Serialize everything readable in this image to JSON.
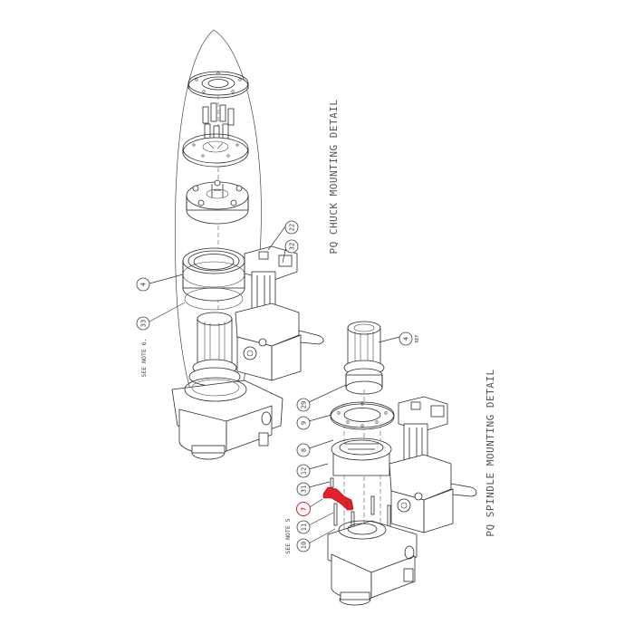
{
  "drawing": {
    "titles": {
      "chuck": "PQ CHUCK MOUNTING DETAIL",
      "spindle": "PQ SPINDLE MOUNTING DETAIL"
    },
    "notes": {
      "note6": "SEE NOTE 6.",
      "note5": "SEE NOTE 5"
    },
    "ref_label": "REF",
    "highlight_color": "#e0202a",
    "chuck_balloons": [
      {
        "id": "22a",
        "label": "22"
      },
      {
        "id": "32",
        "label": "32"
      },
      {
        "id": "4",
        "label": "4"
      },
      {
        "id": "33",
        "label": "33"
      }
    ],
    "spindle_balloons": [
      {
        "id": "4ref",
        "label": "4"
      },
      {
        "id": "29",
        "label": "29"
      },
      {
        "id": "9",
        "label": "9"
      },
      {
        "id": "8",
        "label": "8"
      },
      {
        "id": "12",
        "label": "12"
      },
      {
        "id": "31",
        "label": "31"
      },
      {
        "id": "7",
        "label": "7",
        "highlighted": true
      },
      {
        "id": "11",
        "label": "11"
      },
      {
        "id": "10",
        "label": "10"
      }
    ]
  }
}
